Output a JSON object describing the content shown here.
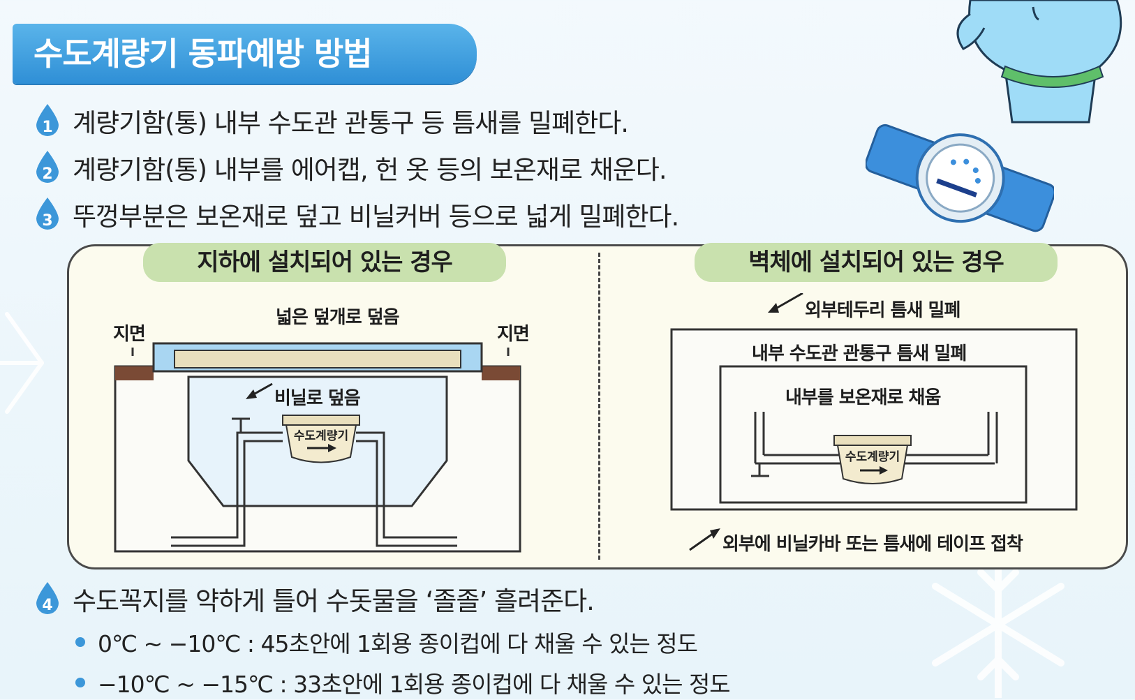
{
  "title": "수도계량기 동파예방 방법",
  "steps": [
    {
      "num": "1",
      "text": "계량기함(통) 내부 수도관 관통구 등 틈새를 밀폐한다."
    },
    {
      "num": "2",
      "text": "계량기함(통) 내부를 에어캡, 헌 옷 등의 보온재로 채운다."
    },
    {
      "num": "3",
      "text": "뚜껑부분은 보온재로 덮고 비닐커버 등으로 넓게 밀폐한다."
    },
    {
      "num": "4",
      "text": "수도꼭지를 약하게 틀어 수돗물을 ‘졸졸’ 흘려준다."
    }
  ],
  "underground": {
    "tag": "지하에 설치되어 있는 경우",
    "ground_left": "지면",
    "ground_right": "지면",
    "cover_label": "넓은 덮개로 덮음",
    "vinyl_label": "비닐로 덮음",
    "meter_label": "수도계량기"
  },
  "wall": {
    "tag": "벽체에 설치되어 있는 경우",
    "outer_label": "외부테두리 틈새 밀폐",
    "inner_pipe_label": "내부 수도관 관통구 틈새 밀폐",
    "insulation_label": "내부를 보온재로 채움",
    "meter_label": "수도계량기",
    "tape_label": "외부에 비닐카바 또는 틈새에 테이프 접착"
  },
  "bullets": [
    "0℃ ~ −10℃ : 45초안에 1회용 종이컵에 다 채울 수 있는 정도",
    "−10℃ ~ −15℃ : 33초안에 1회용 종이컵에 다 채울 수 있는 정도"
  ],
  "colors": {
    "title_blue": "#3a9be0",
    "drop_blue": "#3c97d9",
    "tag_green": "#c9e1ae",
    "panel_bg": "#fcfbee",
    "soil_brown": "#7a4a35",
    "cover_blue": "#a9d6f2",
    "board_tan": "#e9dfbd",
    "mascot_blue": "#9fdcf7"
  }
}
